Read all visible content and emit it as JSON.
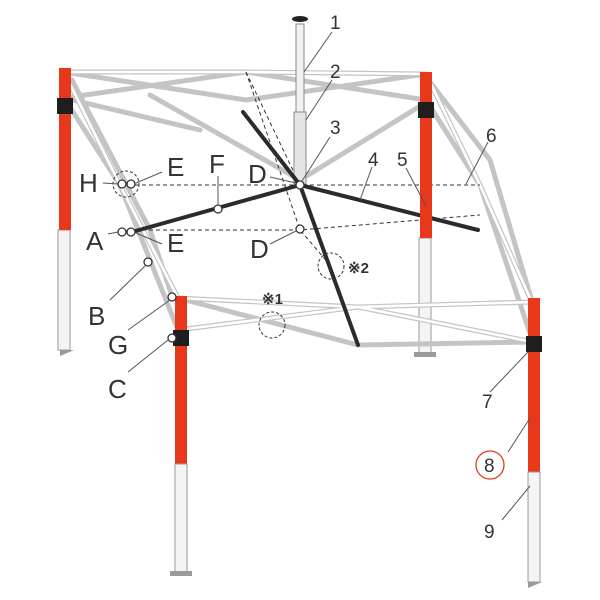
{
  "labels": {
    "n1": "1",
    "n2": "2",
    "n3": "3",
    "n4": "4",
    "n5": "5",
    "n6": "6",
    "n7": "7",
    "n8": "8",
    "n9": "9",
    "A": "A",
    "B": "B",
    "C": "C",
    "D_upper": "D",
    "D_lower": "D",
    "E_upper": "E",
    "E_lower": "E",
    "F": "F",
    "G": "G",
    "H": "H"
  },
  "notes": {
    "note1": "※1",
    "note2": "※2"
  },
  "colors": {
    "leg_red": "#e8381c",
    "frame_gray": "#c4c4c4",
    "rib_dark": "#2b2b2b",
    "highlight_ring": "#e8381c"
  }
}
